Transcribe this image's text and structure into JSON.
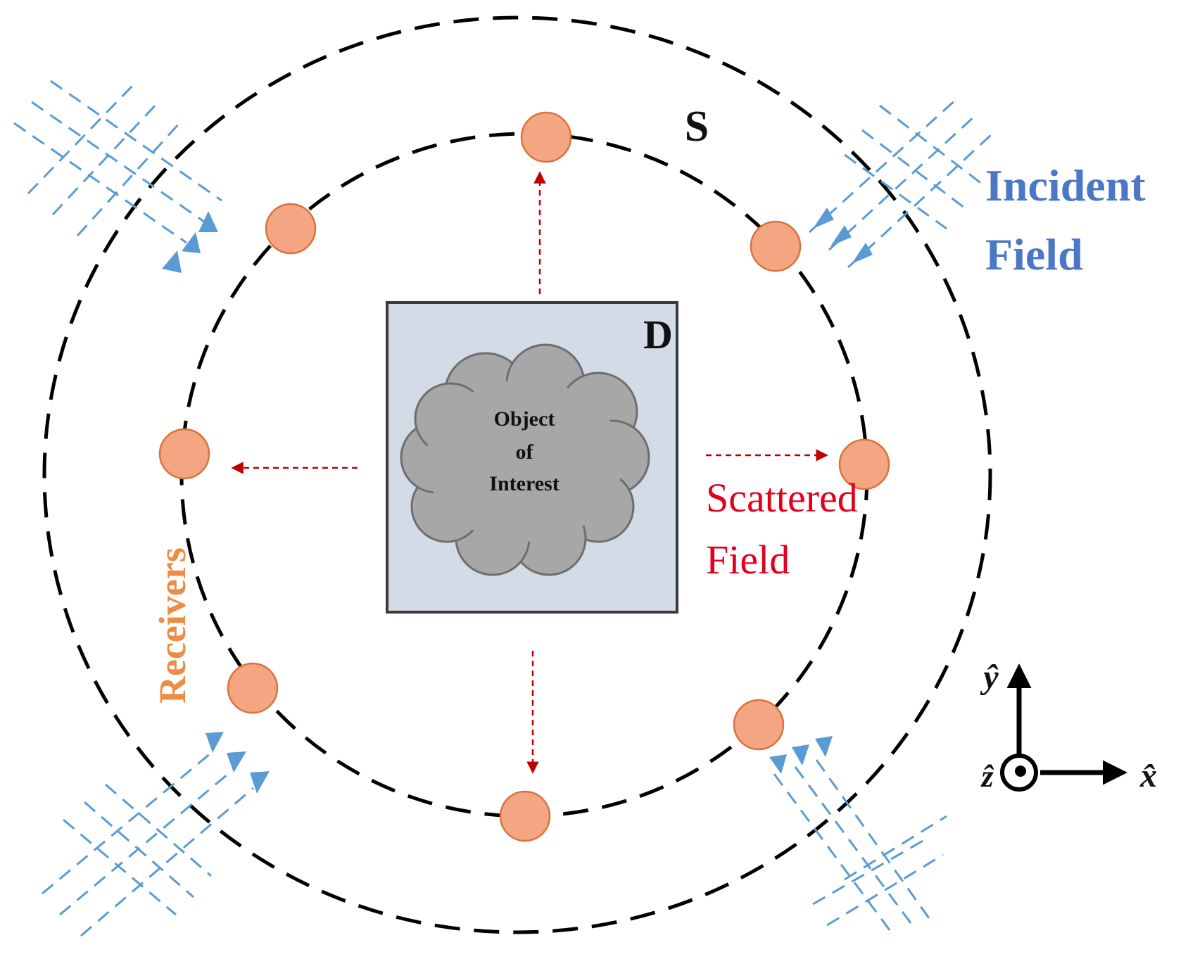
{
  "labels": {
    "s": "S",
    "d": "D",
    "object_line1": "Object",
    "object_line2": "of",
    "object_line3": "Interest",
    "incident_line1": "Incident",
    "incident_line2": "Field",
    "scattered_line1": "Scattered",
    "scattered_line2": "Field",
    "receivers": "Receivers",
    "axis_y": "ŷ",
    "axis_x": "x̂",
    "axis_z": "ẑ"
  },
  "colors": {
    "incident": "#4a78c4",
    "incident_waves": "#5b9bd5",
    "scattered": "#e3001b",
    "scatter_arrows": "#c00000",
    "receiver_fill": "#f4a582",
    "receiver_stroke": "#d9733e",
    "receivers_label": "#ed8c45",
    "domain_fill": "#d3dbe6",
    "cloud_fill": "#a7a7a7"
  },
  "icons": {
    "receiver": "circle",
    "scatter_arrow": "triangle-arrow",
    "incident_wave": "dashed-plane-wave",
    "axes": "coordinate-triad"
  }
}
